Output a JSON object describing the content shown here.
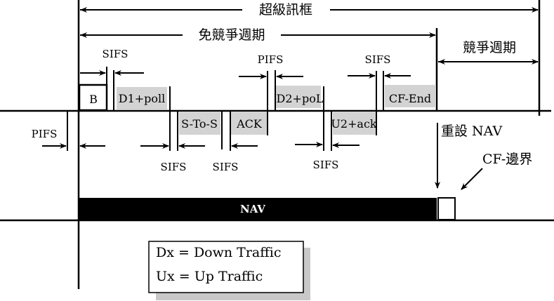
{
  "title": "PCF superframe timing diagram",
  "labels": {
    "superframe": "超級訊框",
    "contention_free_period": "免競爭週期",
    "contention_period": "競爭週期",
    "beacon": "B",
    "d1_poll": "D1+poll",
    "s_to_s": "S-To-S",
    "ack": "ACK",
    "d2_poll": "D2+poL",
    "u2_ack": "U2+ack",
    "cf_end": "CF-End",
    "sifs": "SIFS",
    "pifs": "PIFS",
    "reset_nav": "重設 NAV",
    "cf_boundary": "CF-邊界",
    "nav": "NAV"
  },
  "legend": {
    "line1": "Dx = Down Traffic",
    "line2": "Ux = Up Traffic"
  },
  "colors": {
    "frame_fill": "#d3d3d3",
    "nav_fill": "#000000"
  }
}
